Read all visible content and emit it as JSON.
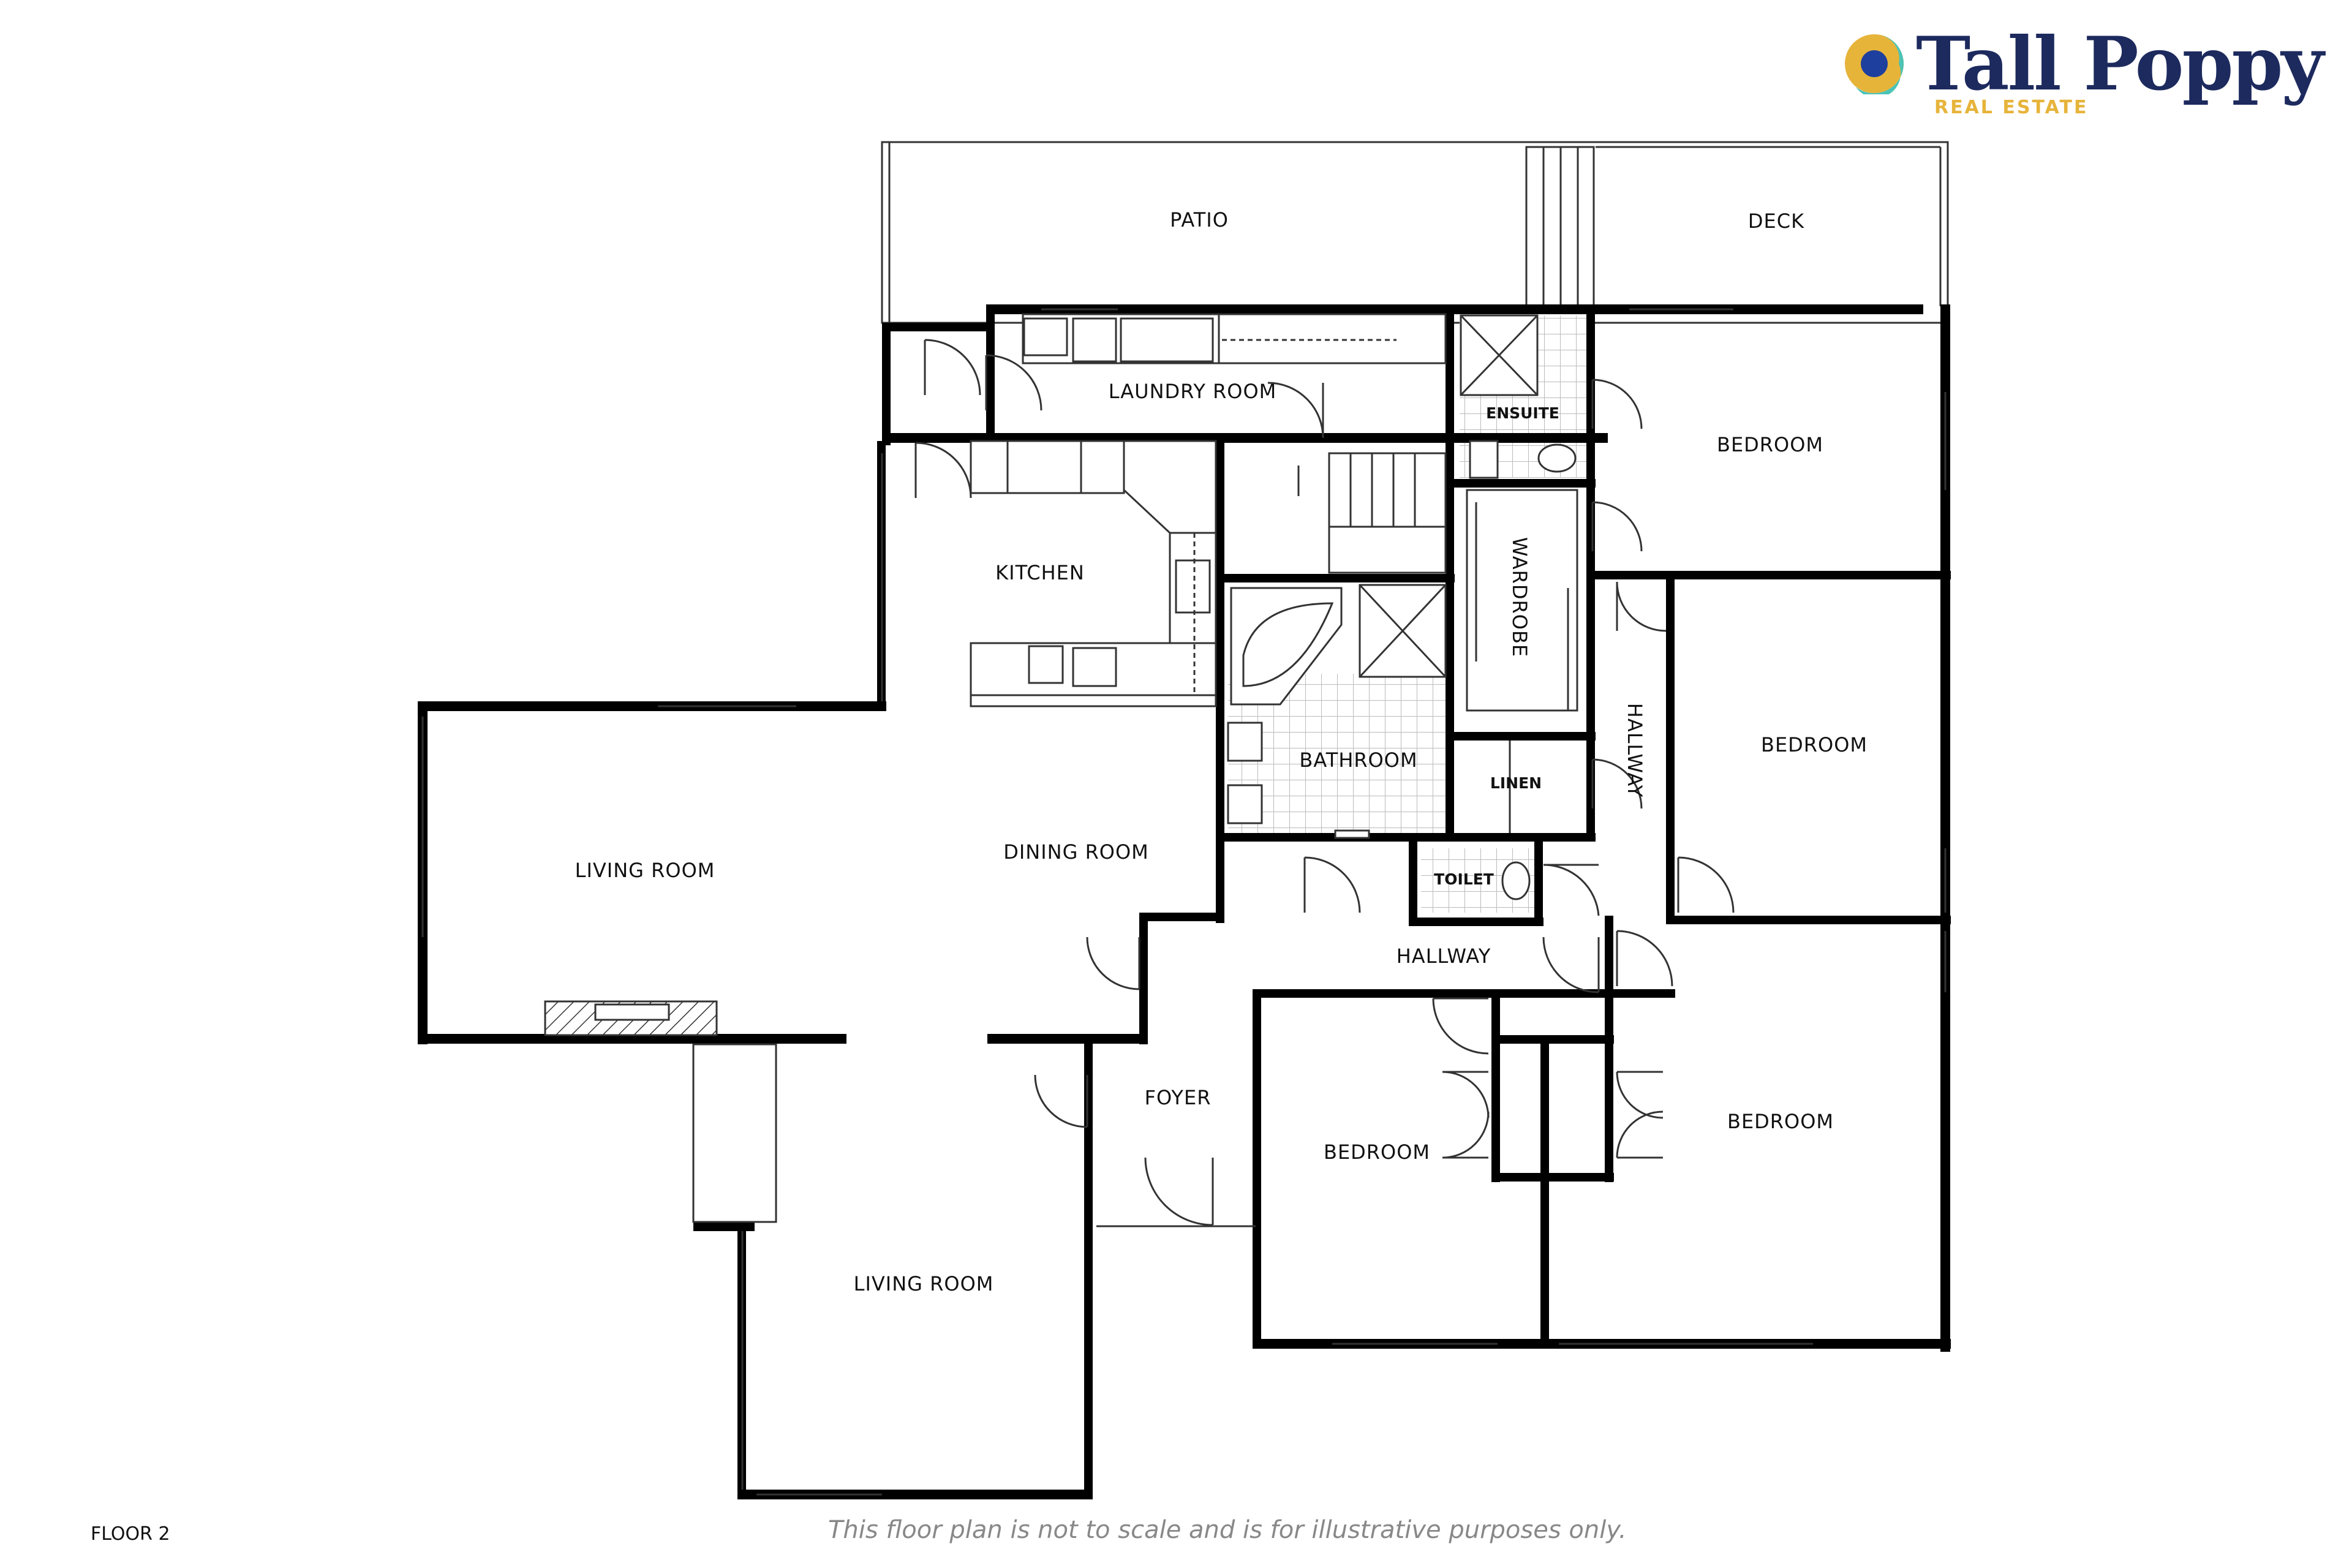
{
  "brand": {
    "name": "Tall Poppy",
    "tagline": "REAL ESTATE",
    "colors": {
      "navy": "#1d2a5e",
      "gold": "#e7b43a",
      "teal": "#4cc3b5",
      "blue": "#1f3f9e"
    }
  },
  "floor_label": "FLOOR 2",
  "disclaimer": "This floor plan is not to scale and is for illustrative purposes only.",
  "rooms": {
    "patio": "PATIO",
    "deck": "DECK",
    "laundry": "LAUNDRY ROOM",
    "ensuite": "ENSUITE",
    "bedroom_1": "BEDROOM",
    "kitchen": "KITCHEN",
    "wardrobe": "WARDROBE",
    "bedroom_2": "BEDROOM",
    "bathroom": "BATHROOM",
    "linen": "LINEN",
    "hallway_vertical": "HALLWAY",
    "living_room_1": "LIVING ROOM",
    "dining_room": "DINING ROOM",
    "toilet": "TOILET",
    "hallway": "HALLWAY",
    "foyer": "FOYER",
    "bedroom_3": "BEDROOM",
    "bedroom_4": "BEDROOM",
    "living_room_2": "LIVING ROOM"
  }
}
